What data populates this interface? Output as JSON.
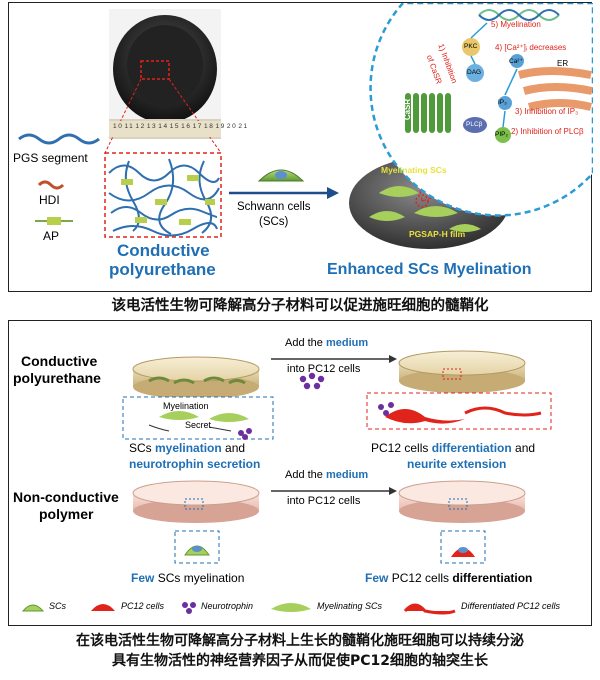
{
  "panel1": {
    "legend": {
      "pgs": "PGS segment",
      "hdi": "HDI",
      "ap": "AP"
    },
    "conductive_line1": "Conductive",
    "conductive_line2": "polyurethane",
    "schwann_line1": "Schwann cells",
    "schwann_line2": "(SCs)",
    "enhanced": "Enhanced SCs Myelination",
    "myelinating_scs": "Myelinating SCs",
    "film": "PGSAP-H film",
    "pathway": {
      "myelination": "5) Myelination",
      "ca": "4) [Ca²⁺]ᵢ decreases",
      "pkc": "PKC",
      "dag": "DAG",
      "ca_ion": "Ca²⁺",
      "er": "ER",
      "ip3": "IP₃",
      "inh_ip3": "3) Inhibition of IP₃",
      "plcb": "PLCβ",
      "pip2": "PIP₂",
      "inh_plcb": "2) Inhibition of PLCβ",
      "casr": "CaSR",
      "inh_casr_1": "1) Inhibition",
      "inh_casr_2": "of CaSR"
    },
    "ruler_labels": [
      "10",
      "11",
      "12",
      "13",
      "14",
      "15",
      "16",
      "17",
      "18",
      "19",
      "20",
      "21"
    ]
  },
  "caption1": "该电活性生物可降解高分子材料可以促进施旺细胞的髓鞘化",
  "panel2": {
    "conductive_line1": "Conductive",
    "conductive_line2": "polyurethane",
    "add1": "Add the",
    "medium": "medium",
    "into": "into PC12 cells",
    "myelination_label": "Myelination",
    "secret_label": "Secret",
    "scs_myelin_1": "SCs",
    "scs_myelin_2": "myelination",
    "scs_myelin_3": "and",
    "neurotrophin_secretion": "neurotrophin secretion",
    "pc12_diff_1": "PC12 cells",
    "pc12_diff_2": "differentiation",
    "pc12_diff_3": "and",
    "neurite_extension": "neurite extension",
    "nonconductive_line1": "Non-conductive",
    "nonconductive_line2": "polymer",
    "few1": "Few",
    "few_scs": "SCs myelination",
    "few2": "Few",
    "few_pc12_1": "PC12 cells",
    "few_pc12_2": "differentiation",
    "legend": {
      "scs": "SCs",
      "pc12": "PC12 cells",
      "neuro": "Neurotrophin",
      "mscs": "Myelinating SCs",
      "dpc12": "Differentiated PC12 cells"
    }
  },
  "caption2_line1": "在该电活性生物可降解高分子材料上生长的髓鞘化施旺细胞可以持续分泌",
  "caption2_line2": "具有生物活性的神经营养因子从而促使PC12细胞的轴突生长",
  "colors": {
    "blue": "#1f6fb5",
    "red": "#e0231b",
    "green": "#7aa84a",
    "purple": "#6b2fa0",
    "dark_blue": "#1d4e89"
  }
}
